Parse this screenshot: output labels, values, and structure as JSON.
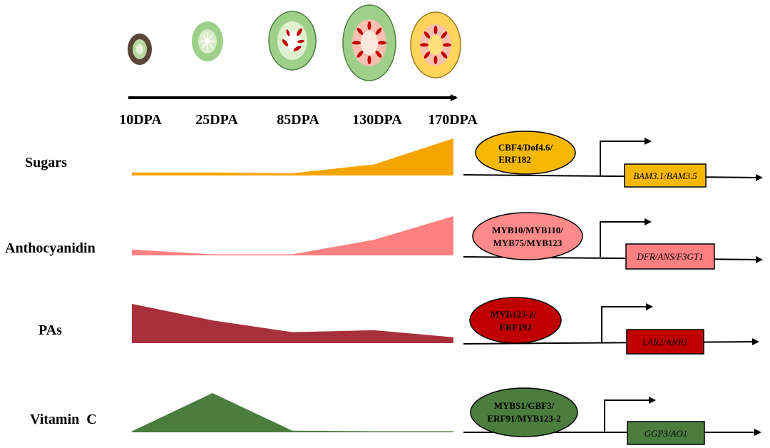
{
  "stages": [
    "10DPA",
    "25DPA",
    "85DPA",
    "130DPA",
    "170DPA"
  ],
  "rows": [
    {
      "label": "Sugars",
      "color": "#f5a500",
      "trend": [
        0.08,
        0.08,
        0.06,
        0.3,
        1.0
      ],
      "tf_lines": [
        "CBF4/Dof4.6/",
        "ERF182"
      ],
      "tf_fill": "#f5b800",
      "genes": "BAM3.1/BAM3.5",
      "gene_fill": "#f5b800"
    },
    {
      "label": "Anthocyanidin",
      "color": "#ff8080",
      "trend": [
        0.15,
        0.0,
        0.02,
        0.4,
        1.0
      ],
      "tf_lines": [
        "MYB10/MYB110/",
        "MYB75/MYB123"
      ],
      "tf_fill": "#ff8a8a",
      "genes": "DFR/ANS/F3GT1",
      "gene_fill": "#ff8080"
    },
    {
      "label": "PAs",
      "color": "#a8303b",
      "trend": [
        1.0,
        0.58,
        0.28,
        0.33,
        0.15
      ],
      "tf_lines": [
        "MYB123-2/",
        "ERF192"
      ],
      "tf_fill": "#c00000",
      "genes": "LAR2/ANR1",
      "gene_fill": "#c00000"
    },
    {
      "label": "Vitamin  C",
      "color": "#4a7d3e",
      "trend": [
        0.0,
        1.0,
        0.04,
        0.02,
        0.01
      ],
      "tf_lines": [
        "MYBS1/GBF3/",
        "ERF91/MYB123-2"
      ],
      "tf_fill": "#4a7d3e",
      "genes": "GGP3/AO1",
      "gene_fill": "#4a7d3e"
    }
  ]
}
